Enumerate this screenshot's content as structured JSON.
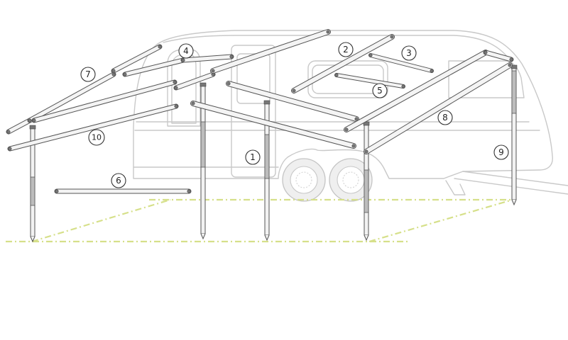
{
  "callouts": [
    {
      "id": "callout-1",
      "label": "1"
    },
    {
      "id": "callout-2",
      "label": "2"
    },
    {
      "id": "callout-3",
      "label": "3"
    },
    {
      "id": "callout-4",
      "label": "4"
    },
    {
      "id": "callout-5",
      "label": "5"
    },
    {
      "id": "callout-6",
      "label": "6"
    },
    {
      "id": "callout-7",
      "label": "7"
    },
    {
      "id": "callout-8",
      "label": "8"
    },
    {
      "id": "callout-9",
      "label": "9"
    },
    {
      "id": "callout-10",
      "label": "10"
    }
  ],
  "colors": {
    "caravan_outline": "#c9c9c9",
    "pole_outline": "#555555",
    "ground_line": "#d6e08a",
    "callout_ring": "#333333"
  }
}
